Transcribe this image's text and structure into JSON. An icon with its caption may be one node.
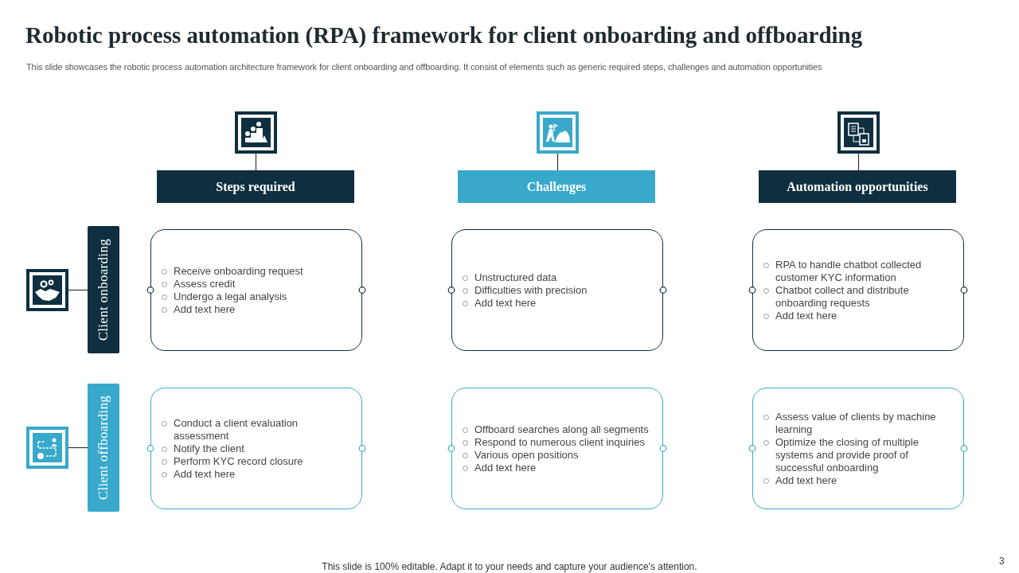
{
  "diagram": {
    "title": "Robotic process automation (RPA) framework for client onboarding and offboarding",
    "nodes": [
      {
        "text": [],
        "shape": "picture"
      },
      {
        "text": [],
        "shape": "picture"
      },
      {
        "text": [],
        "shape": "picture"
      },
      {
        "text": [
          "Steps required"
        ]
      },
      {
        "text": [
          "Challenges"
        ]
      },
      {
        "text": [
          "Automation opportunities"
        ]
      },
      {
        "text": [],
        "shape": "picture"
      },
      {
        "text": [
          "Client onboarding"
        ]
      },
      {
        "text": [
          "Receive onboarding request",
          "Assess credit",
          "Undergo a legal analysis",
          "Add text here"
        ]
      },
      {
        "text": [
          "Unstructured data",
          "Difficulties with precision",
          "Add text here"
        ]
      },
      {
        "text": [
          "RPA to handle chatbot collected customer KYC information",
          "Chatbot collect and distribute onboarding requests",
          "Add text here"
        ]
      },
      {
        "text": [],
        "shape": "picture"
      },
      {
        "text": [
          "Client offboarding"
        ]
      },
      {
        "text": [
          "Conduct a client evaluation assessment",
          "Notify the client",
          "Perform KYC record closure",
          "Add text here"
        ]
      },
      {
        "text": [
          "Offboard searches along all segments",
          "Respond to numerous client inquiries",
          "Various open positions",
          "Add text here"
        ]
      },
      {
        "text": [
          "Assess value of clients by machine learning",
          "Optimize the closing of multiple systems and provide proof of successful onboarding",
          "Add text here"
        ]
      }
    ],
    "edges": [
      {
        "from": 0,
        "to": 3,
        "arrow": "none"
      },
      {
        "from": 1,
        "to": 4,
        "arrow": "none"
      },
      {
        "from": 2,
        "to": 5,
        "arrow": "none"
      },
      {
        "from": 6,
        "to": 7,
        "arrow": "none"
      },
      {
        "from": 11,
        "to": 12,
        "arrow": "none"
      }
    ],
    "labels": [
      "This slide showcases the robotic process automation architecture framework for client onboarding and offboarding. It consist of elements such as generic required steps, challenges and automation opportunities",
      "This slide is 100% editable. Adapt it to your needs and capture your audience's attention.",
      "3"
    ]
  }
}
